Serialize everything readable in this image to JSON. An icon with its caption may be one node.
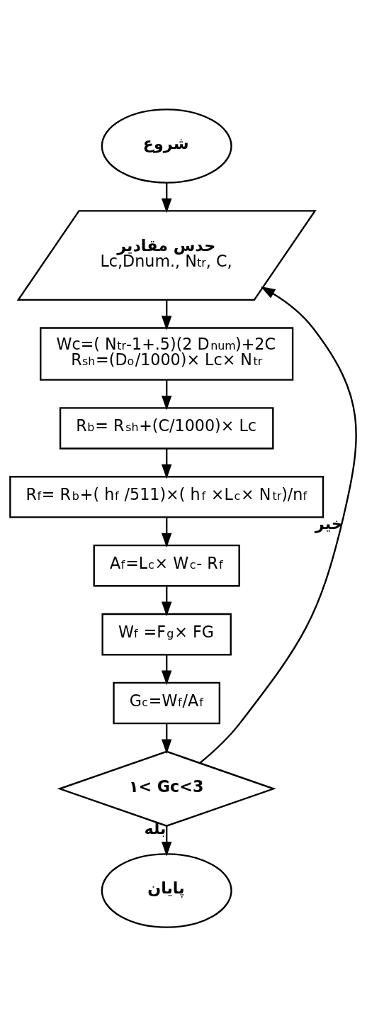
{
  "diagram": {
    "nodes": [
      {
        "text": [
          "شروع"
        ]
      },
      {
        "text": [
          "حدس مقادیر",
          "Lc,Dnum., N$_{tr}$, C,"
        ]
      },
      {
        "text": [
          "Wc=( N$_{tr}$-1+.5)(2 D$_{num}$)+2C",
          "R$_{sh}$=(D$_{o}$/1000)× Lc× N$_{tr}$"
        ]
      },
      {
        "text": [
          "R$_{b}$= R$_{sh}$+(C/1000)× Lc"
        ]
      },
      {
        "text": [
          "R$_{f}$= R$_{b}$+( h$_{f}$ /511)×( h$_{f}$ ×L$_{c}$× N$_{tr}$)/n$_{f}$"
        ]
      },
      {
        "text": [
          "A$_{f}$=L$_{c}$× W$_{c}$- R$_{f}$"
        ]
      },
      {
        "text": [
          "W$_{f}$ =F$_{g}$× FG"
        ]
      },
      {
        "text": [
          "G$_{c}$=W$_{f}$/A$_{f}$"
        ]
      },
      {
        "text": [
          "۱< Gc<3"
        ]
      },
      {
        "text": [
          "پایان"
        ]
      }
    ],
    "edges": [
      {
        "from": 0,
        "to": 1,
        "arrow": "to"
      },
      {
        "from": 1,
        "to": 2,
        "arrow": "to"
      },
      {
        "from": 2,
        "to": 3,
        "arrow": "to"
      },
      {
        "from": 3,
        "to": 4,
        "arrow": "to"
      },
      {
        "from": 4,
        "to": 5,
        "arrow": "to"
      },
      {
        "from": 5,
        "to": 6,
        "arrow": "to"
      },
      {
        "from": 6,
        "to": 7,
        "arrow": "to"
      },
      {
        "from": 7,
        "to": 8,
        "arrow": "to"
      },
      {
        "from": 8,
        "to": 9,
        "arrow": "to",
        "label": "بله"
      },
      {
        "from": 8,
        "to": 1,
        "arrow": "to",
        "label": "خیر"
      }
    ]
  }
}
